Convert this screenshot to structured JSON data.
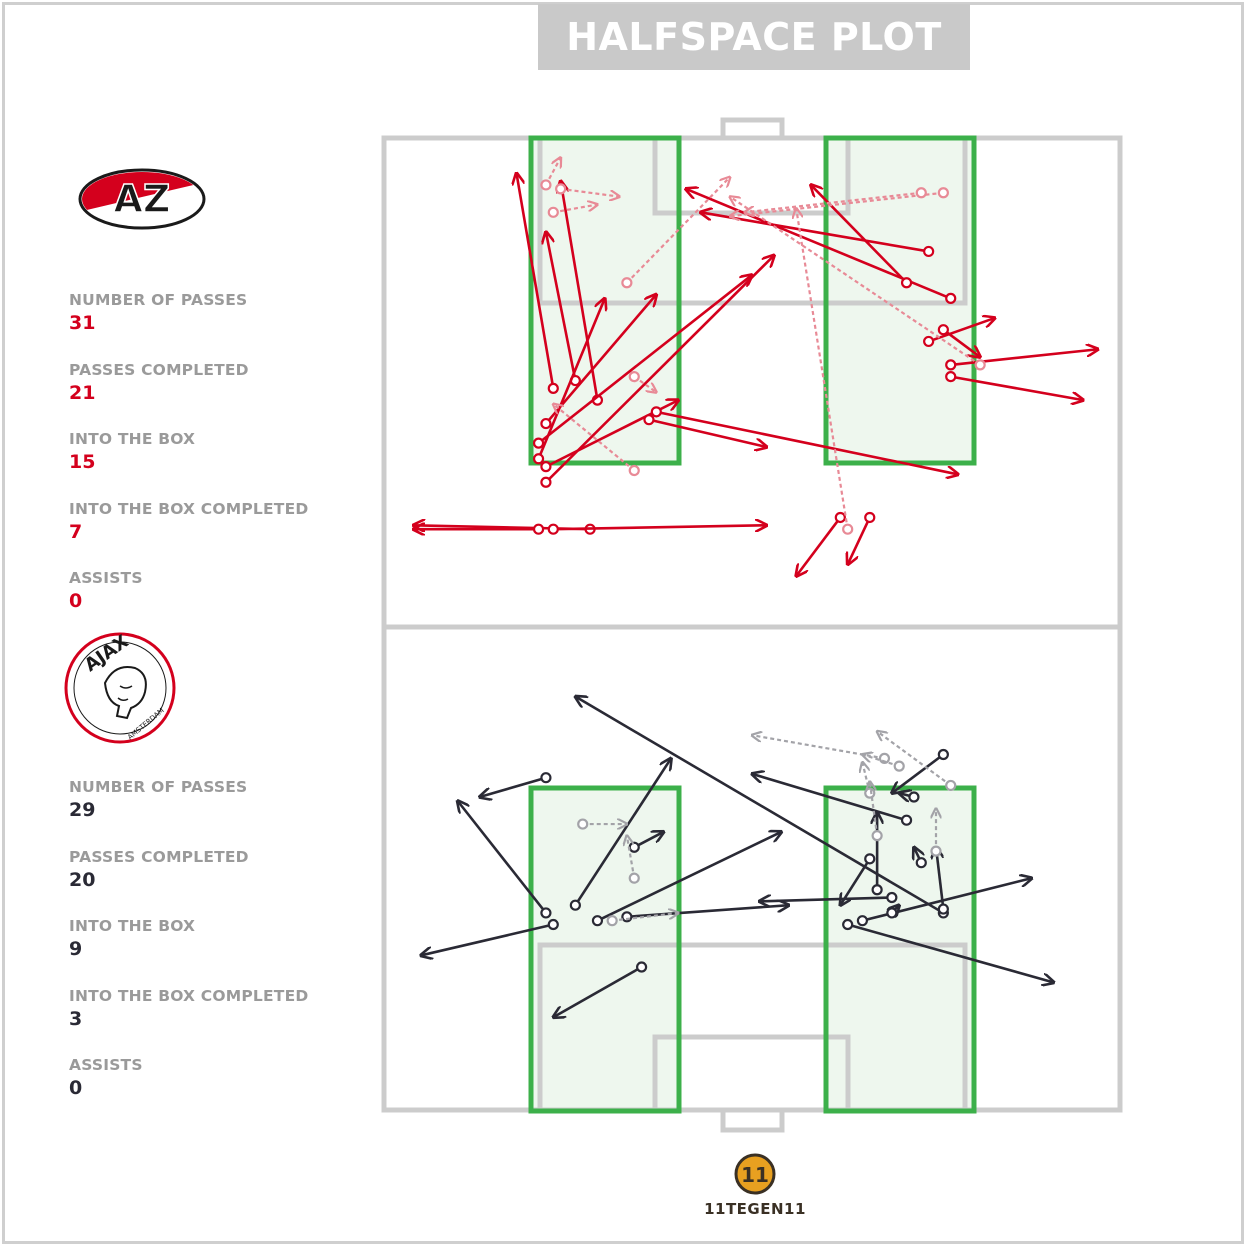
{
  "title": "HALFSPACE PLOT",
  "teams": [
    {
      "key": "az",
      "logo_text": "AZ",
      "color": "#d4001d",
      "faded_color": "#e88a96",
      "stats": [
        {
          "label": "NUMBER OF PASSES",
          "value": "31"
        },
        {
          "label": "PASSES COMPLETED",
          "value": "21"
        },
        {
          "label": "INTO THE BOX",
          "value": "15"
        },
        {
          "label": "INTO THE BOX COMPLETED",
          "value": "7"
        },
        {
          "label": "ASSISTS",
          "value": "0"
        }
      ]
    },
    {
      "key": "ajax",
      "logo_text": "AJAX",
      "logo_subtext": "AMSTERDAM",
      "color": "#2a2a35",
      "faded_color": "#a3a3a8",
      "stats": [
        {
          "label": "NUMBER OF PASSES",
          "value": "29"
        },
        {
          "label": "PASSES COMPLETED",
          "value": "20"
        },
        {
          "label": "INTO THE BOX",
          "value": "9"
        },
        {
          "label": "INTO THE BOX COMPLETED",
          "value": "3"
        },
        {
          "label": "ASSISTS",
          "value": "0"
        }
      ]
    }
  ],
  "brand": {
    "logo_text": "11",
    "name": "11TEGEN11"
  },
  "chart_data": {
    "type": "scatter",
    "description_units": "pitch coordinates: x 0-100 across width, y 0-100 along length (0 = goal line of the half)",
    "halfspace_color": "#3cb04a",
    "pitch_line_color": "#cccccc",
    "series": [
      {
        "name": "AZ",
        "completed": [
          [
            [
              23,
              64
            ],
            [
              18,
              9
            ]
          ],
          [
            [
              26,
              62
            ],
            [
              22,
              24
            ]
          ],
          [
            [
              29,
              67
            ],
            [
              24,
              11
            ]
          ],
          [
            [
              22,
              73
            ],
            [
              37,
              40
            ]
          ],
          [
            [
              22,
              84
            ],
            [
              40,
              67
            ]
          ],
          [
            [
              21,
              82
            ],
            [
              30,
              41
            ]
          ],
          [
            [
              21,
              78
            ],
            [
              50,
              35
            ]
          ],
          [
            [
              22,
              88
            ],
            [
              53,
              30
            ]
          ],
          [
            [
              28,
              100
            ],
            [
              4,
              99
            ]
          ],
          [
            [
              21,
              100
            ],
            [
              4,
              100
            ]
          ],
          [
            [
              23,
              100
            ],
            [
              52,
              99
            ]
          ],
          [
            [
              37,
              70
            ],
            [
              78,
              86
            ]
          ],
          [
            [
              36,
              72
            ],
            [
              52,
              79
            ]
          ],
          [
            [
              77,
              41
            ],
            [
              41,
              13
            ]
          ],
          [
            [
              71,
              37
            ],
            [
              58,
              12
            ]
          ],
          [
            [
              77,
              58
            ],
            [
              97,
              54
            ]
          ],
          [
            [
              77,
              61
            ],
            [
              95,
              67
            ]
          ],
          [
            [
              74,
              52
            ],
            [
              83,
              46
            ]
          ],
          [
            [
              76,
              49
            ],
            [
              81,
              56
            ]
          ],
          [
            [
              62,
              97
            ],
            [
              56,
              112
            ]
          ],
          [
            [
              66,
              97
            ],
            [
              63,
              109
            ]
          ],
          [
            [
              74,
              29
            ],
            [
              43,
              19
            ]
          ]
        ],
        "failed": [
          [
            [
              22,
              12
            ],
            [
              24,
              5
            ]
          ],
          [
            [
              24,
              13
            ],
            [
              32,
              15
            ]
          ],
          [
            [
              23,
              19
            ],
            [
              29,
              17
            ]
          ],
          [
            [
              33,
              37
            ],
            [
              47,
              10
            ]
          ],
          [
            [
              76,
              14
            ],
            [
              47,
              20
            ]
          ],
          [
            [
              73,
              14
            ],
            [
              49,
              19
            ]
          ],
          [
            [
              81,
              58
            ],
            [
              47,
              15
            ]
          ],
          [
            [
              63,
              100
            ],
            [
              56,
              18
            ]
          ],
          [
            [
              34,
              85
            ],
            [
              23,
              68
            ]
          ],
          [
            [
              34,
              61
            ],
            [
              37,
              65
            ]
          ]
        ]
      },
      {
        "name": "Ajax",
        "completed": [
          [
            [
              23,
              48
            ],
            [
              5,
              40
            ]
          ],
          [
            [
              35,
              37
            ],
            [
              23,
              24
            ]
          ],
          [
            [
              22,
              51
            ],
            [
              10,
              80
            ]
          ],
          [
            [
              29,
              49
            ],
            [
              54,
              72
            ]
          ],
          [
            [
              33,
              50
            ],
            [
              55,
              53
            ]
          ],
          [
            [
              26,
              53
            ],
            [
              39,
              91
            ]
          ],
          [
            [
              34,
              68
            ],
            [
              38,
              72
            ]
          ],
          [
            [
              22,
              86
            ],
            [
              13,
              81
            ]
          ],
          [
            [
              76,
              51
            ],
            [
              26,
              107
            ]
          ],
          [
            [
              63,
              48
            ],
            [
              91,
              33
            ]
          ],
          [
            [
              65,
              49
            ],
            [
              88,
              60
            ]
          ],
          [
            [
              69,
              55
            ],
            [
              51,
              54
            ]
          ],
          [
            [
              71,
              75
            ],
            [
              50,
              87
            ]
          ],
          [
            [
              67,
              57
            ],
            [
              67,
              77
            ]
          ],
          [
            [
              73,
              64
            ],
            [
              72,
              68
            ]
          ],
          [
            [
              76,
              52
            ],
            [
              75,
              68
            ]
          ],
          [
            [
              69,
              51
            ],
            [
              70,
              53
            ]
          ],
          [
            [
              66,
              65
            ],
            [
              62,
              53
            ]
          ],
          [
            [
              72,
              81
            ],
            [
              70,
              82
            ]
          ],
          [
            [
              76,
              92
            ],
            [
              69,
              82
            ]
          ]
        ],
        "failed": [
          [
            [
              31,
              49
            ],
            [
              40,
              51
            ]
          ],
          [
            [
              34,
              60
            ],
            [
              33,
              71
            ]
          ],
          [
            [
              27,
              74
            ],
            [
              33,
              74
            ]
          ],
          [
            [
              75,
              67
            ],
            [
              75,
              78
            ]
          ],
          [
            [
              66,
              82
            ],
            [
              65,
              90
            ]
          ],
          [
            [
              77,
              84
            ],
            [
              67,
              98
            ]
          ],
          [
            [
              67,
              71
            ],
            [
              66,
              85
            ]
          ],
          [
            [
              68,
              91
            ],
            [
              50,
              97
            ]
          ],
          [
            [
              70,
              89
            ],
            [
              65,
              92
            ]
          ]
        ]
      }
    ]
  }
}
